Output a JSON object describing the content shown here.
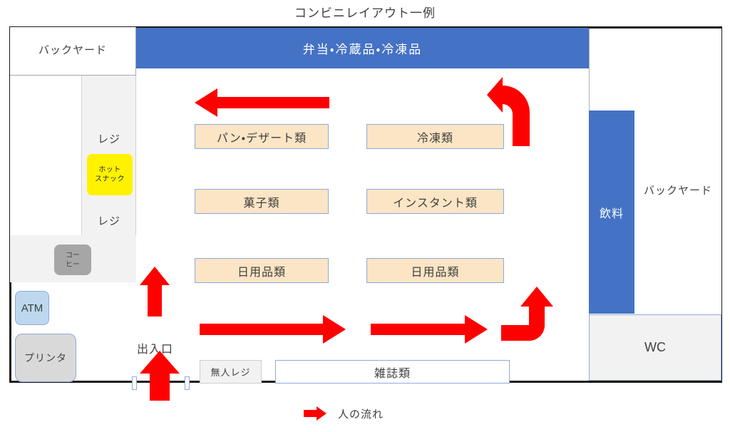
{
  "title": "コンビニレイアウト一例",
  "colors": {
    "shelf_blue": "#4472C4",
    "shelf_beige": "#FBE5C5",
    "shelf_border_blue": "#8FAADC",
    "hot_snack_yellow": "#FFF200",
    "atm_blue": "#BDD7EE",
    "printer_grey": "#D9D9D9",
    "coffee_grey": "#A6A6A6",
    "counter_grey": "#F2F2F2",
    "arrow_red": "#FF0000",
    "wall_black": "#1A1A1A",
    "text_grey": "#3F3F3F"
  },
  "store": {
    "backyard_top": "バックヤード",
    "backyard_right": "バックヤード",
    "top_shelf": "弁当・冷蔵品・冷凍品",
    "drinks": "飲料",
    "wc": "WC",
    "register_top": "レジ",
    "register_bottom": "レジ",
    "hot_snack": "ホット\nスナック",
    "hot_snack_line1": "ホット",
    "hot_snack_line2": "スナック",
    "coffee_line1": "コー",
    "coffee_line2": "ヒー",
    "atm": "ATM",
    "printer": "プリンタ",
    "self_checkout": "無人レジ",
    "magazines": "雑誌類",
    "entrance": "出入口"
  },
  "shelves": [
    {
      "id": "bread",
      "label": "パン・デザート類",
      "color": "#FBE5C5"
    },
    {
      "id": "frozen",
      "label": "冷凍類",
      "color": "#FBE5C5"
    },
    {
      "id": "sweets",
      "label": "菓子類",
      "color": "#FBE5C5"
    },
    {
      "id": "instant",
      "label": "インスタント類",
      "color": "#FBE5C5"
    },
    {
      "id": "daily-left",
      "label": "日用品類",
      "color": "#FBE5C5"
    },
    {
      "id": "daily-right",
      "label": "日用品類",
      "color": "#FBE5C5"
    }
  ],
  "flow_arrows": [
    {
      "id": "top-left-straight",
      "direction": "left",
      "note": "上段を左へ"
    },
    {
      "id": "top-right-curve",
      "direction": "up-then-left",
      "note": "右上で折り返し"
    },
    {
      "id": "bottom-left-up",
      "direction": "up",
      "note": "入口から上へ"
    },
    {
      "id": "bottom-straight-1",
      "direction": "right",
      "note": "下段を右へ"
    },
    {
      "id": "bottom-straight-2",
      "direction": "right",
      "note": "下段を右へ"
    },
    {
      "id": "bottom-right-curve",
      "direction": "right-then-up",
      "note": "右下で折り返し"
    },
    {
      "id": "entrance-up",
      "direction": "up",
      "note": "出入口"
    }
  ],
  "legend": {
    "label": "人の流れ",
    "arrow_color": "#FF0000"
  }
}
